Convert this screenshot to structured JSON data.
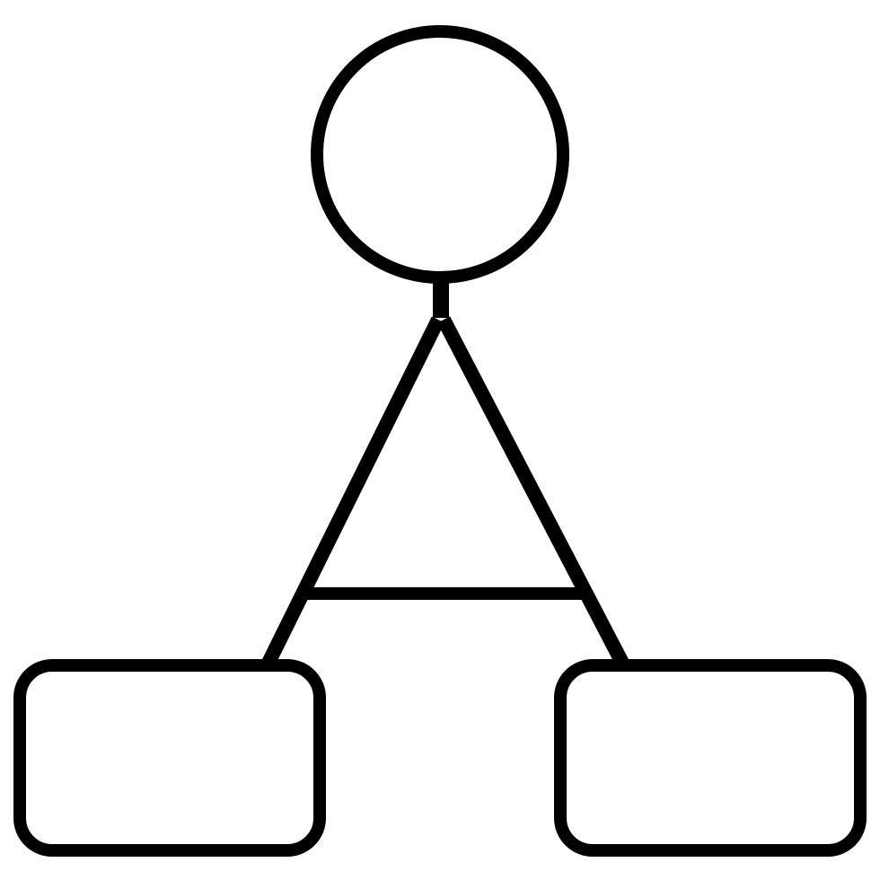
{
  "diagram": {
    "type": "hierarchy-tree",
    "stroke_color": "#000000",
    "fill_color": "#ffffff",
    "nodes": [
      {
        "id": "root",
        "shape": "circle",
        "label": ""
      },
      {
        "id": "left-child",
        "shape": "rounded-rectangle",
        "label": ""
      },
      {
        "id": "right-child",
        "shape": "rounded-rectangle",
        "label": ""
      }
    ],
    "edges": [
      {
        "from": "root",
        "to": "left-child"
      },
      {
        "from": "root",
        "to": "right-child"
      }
    ]
  }
}
